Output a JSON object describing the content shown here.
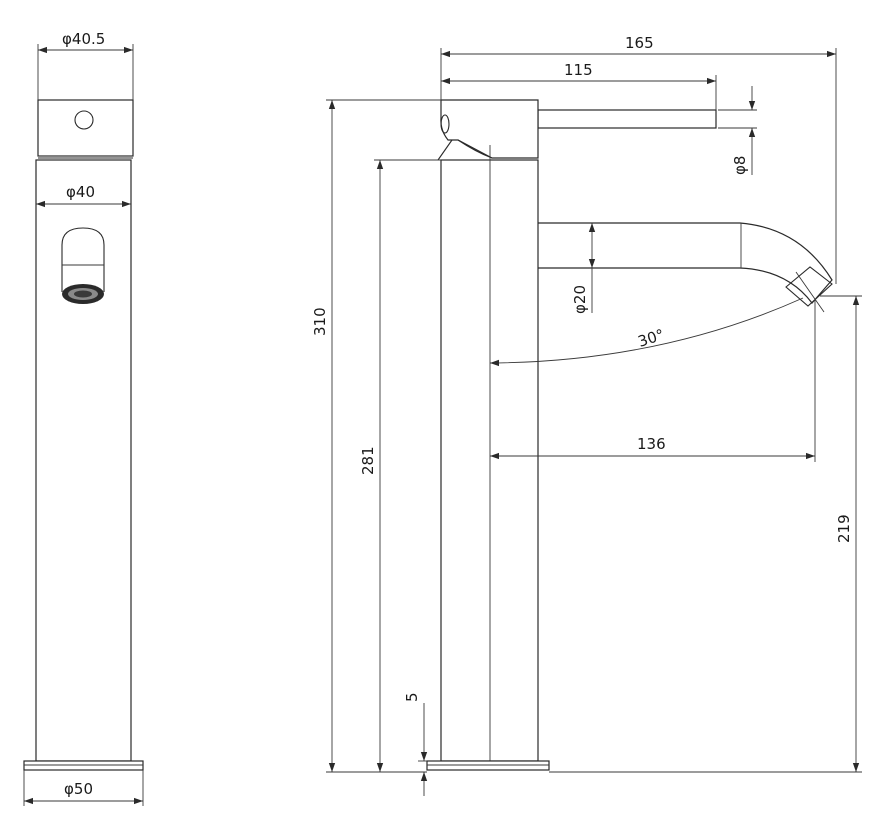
{
  "drawing": {
    "front_view": {
      "dims": {
        "top_diameter": "φ40.5",
        "body_diameter": "φ40",
        "base_diameter": "φ50"
      }
    },
    "side_view": {
      "dims": {
        "overall_length": "165",
        "lever_length": "115",
        "lever_diameter": "φ8",
        "spout_diameter": "φ20",
        "spout_angle": "30°",
        "spout_reach": "136",
        "overall_height": "310",
        "body_height": "281",
        "spout_outlet_height": "219",
        "base_thickness": "5"
      }
    }
  }
}
